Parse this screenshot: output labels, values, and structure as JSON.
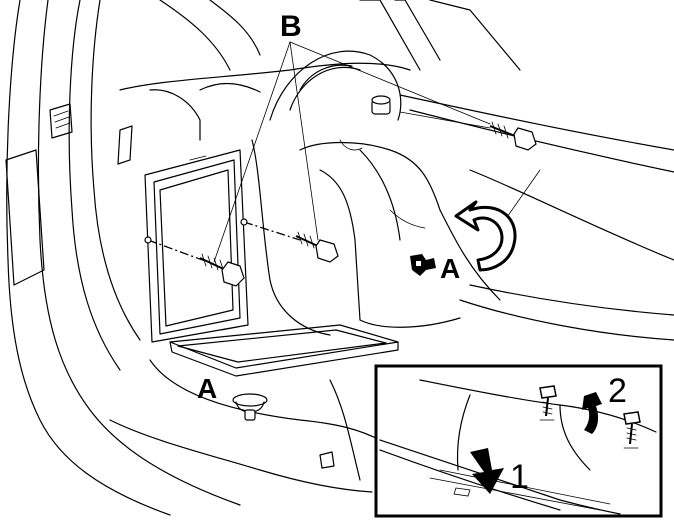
{
  "labels": {
    "b": "B",
    "a_right": "A",
    "a_floor": "A",
    "step_1": "1",
    "step_2": "2"
  },
  "icons": {
    "rotate_arrow": "curved-rotation-arrow",
    "push_arrow": "down-arrow",
    "step2_arrow": "curved-up-arrow",
    "clip": "retaining-clip"
  }
}
